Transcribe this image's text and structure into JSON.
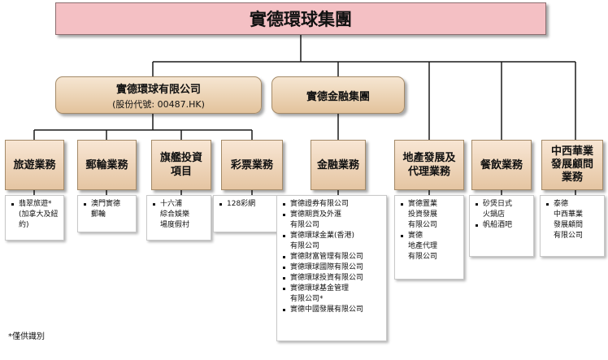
{
  "group": {
    "name": "實德環球集團"
  },
  "listed": {
    "name": "實德環球有限公司",
    "code": "(股份代號: 00487.HK)"
  },
  "finance_group": {
    "name": "實德金融集團"
  },
  "businesses": [
    {
      "name": "旅遊業務",
      "items": [
        "翡翠旅遊*\n(加拿大及紐約)"
      ]
    },
    {
      "name": "郵輪業務",
      "items": [
        "澳門實德\n郵輪"
      ]
    },
    {
      "name": "旗艦投資\n項目",
      "items": [
        "十六浦\n綜合娛樂\n場度假村"
      ]
    },
    {
      "name": "彩票業務",
      "items": [
        "128彩網"
      ]
    },
    {
      "name": "金融業務",
      "items": [
        "實德證券有限公司",
        "實德期貨及外滙\n有限公司",
        "實德環球金業(香港)\n有限公司",
        "實德財富管理有限公司",
        "實德環球國際有限公司",
        "實德環球投資有限公司",
        "實德環球基金管理\n有限公司*",
        "實德中國發展有限公司"
      ]
    },
    {
      "name": "地產發展及\n代理業務",
      "items": [
        "實德置業\n投資發展\n有限公司",
        "實德\n地產代理\n有限公司"
      ]
    },
    {
      "name": "餐飲業務",
      "items": [
        "砂煲日式\n火鍋店",
        "帆船酒吧"
      ]
    },
    {
      "name": "中西華業\n發展顧問\n業務",
      "items": [
        "泰德\n中西華業\n發展顧問\n有限公司"
      ]
    }
  ],
  "footnote": "*僅供識別"
}
